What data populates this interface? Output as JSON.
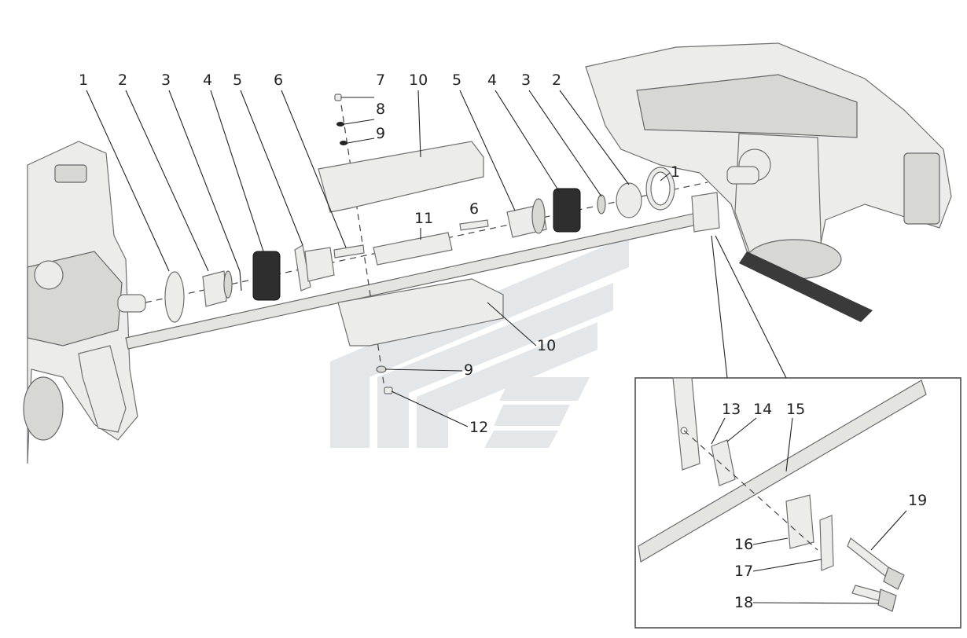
{
  "callouts": {
    "top": [
      "1",
      "2",
      "3",
      "4",
      "5",
      "6",
      "7",
      "8",
      "9",
      "10",
      "5",
      "4",
      "3",
      "2"
    ],
    "right_1": "1",
    "mid_11": "11",
    "mid_6": "6",
    "lower_10": "10",
    "lower_9": "9",
    "lower_12": "12"
  },
  "inset": {
    "labels": [
      "13",
      "14",
      "15",
      "16",
      "17",
      "18",
      "19"
    ]
  },
  "colors": {
    "part_fill": "#ececea",
    "outline": "#6f6f6f",
    "sprocket": "#2e2e2e",
    "watermark": "#c9d1d4"
  }
}
